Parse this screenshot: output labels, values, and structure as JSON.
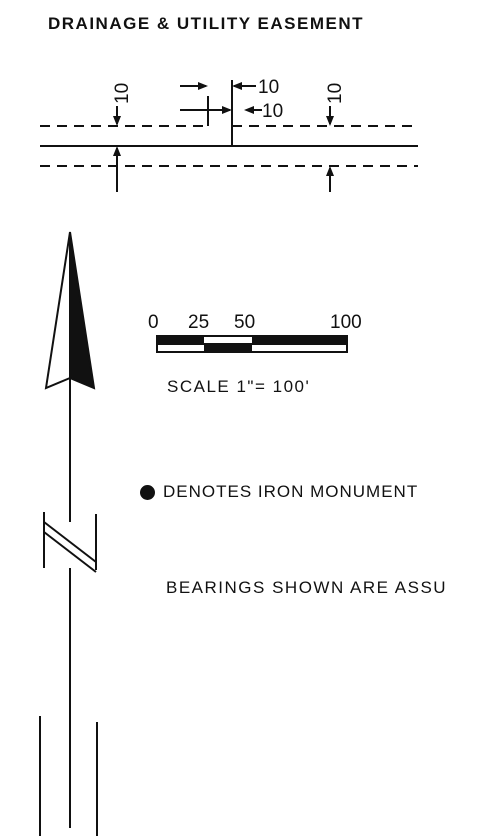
{
  "title": "DRAINAGE & UTILITY EASEMENT",
  "easement": {
    "dim_left": "10",
    "dim_right": "10",
    "dim_center_top": "10",
    "dim_center_bottom": "10"
  },
  "scale": {
    "ticks": [
      "0",
      "25",
      "50",
      "100"
    ],
    "label": "SCALE 1\"= 100'"
  },
  "legend": {
    "monument_text": "DENOTES IRON MONUMENT"
  },
  "notes": {
    "bearings": "BEARINGS SHOWN ARE ASSU"
  },
  "colors": {
    "ink": "#111111",
    "paper": "#ffffff"
  },
  "icons": {
    "north_arrow": "north-arrow-icon",
    "monument": "filled-circle-icon"
  }
}
